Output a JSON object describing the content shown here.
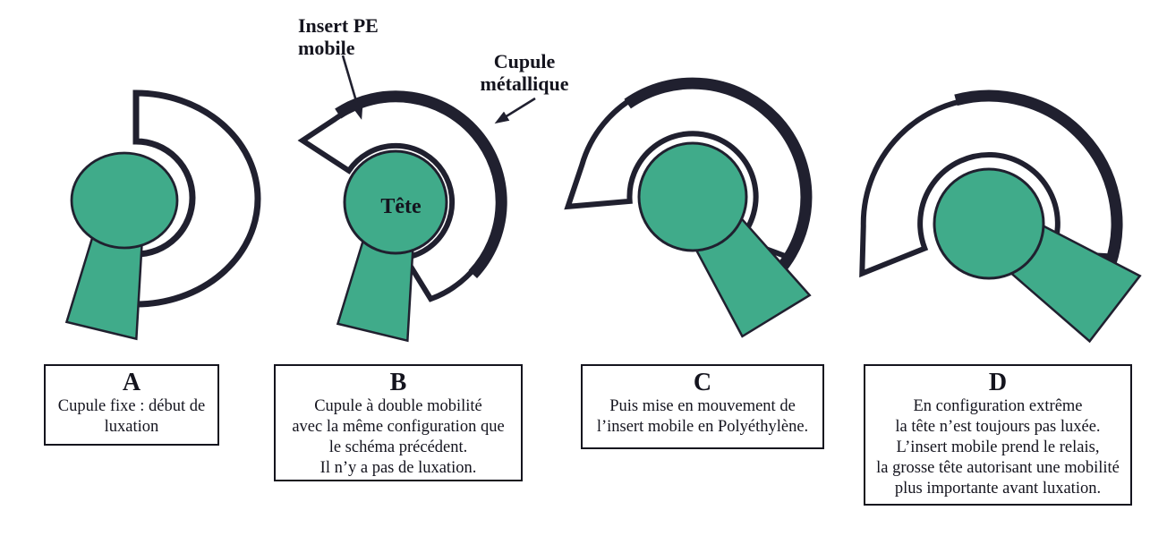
{
  "colors": {
    "implant_green": "#40AB8A",
    "outline_ink": "#20202F",
    "text_ink": "#14141E",
    "background": "#FFFFFF"
  },
  "annotations": {
    "insert_pe_label": "Insert PE\nmobile",
    "cupule_label": "Cupule\nmétallique",
    "tete_label": "Tête"
  },
  "panels": [
    {
      "letter": "A",
      "caption": "Cupule fixe : début de\nluxation"
    },
    {
      "letter": "B",
      "caption": "Cupule à double mobilité\navec la même configuration que\nle schéma précédent.\nIl n’y a pas de luxation."
    },
    {
      "letter": "C",
      "caption": "Puis mise en mouvement de\nl’insert mobile en Polyéthylène."
    },
    {
      "letter": "D",
      "caption": "En configuration extrême\nla tête n’est toujours pas luxée.\nL’insert mobile prend le relais,\nla grosse tête autorisant une mobilité\nplus importante avant luxation."
    }
  ]
}
